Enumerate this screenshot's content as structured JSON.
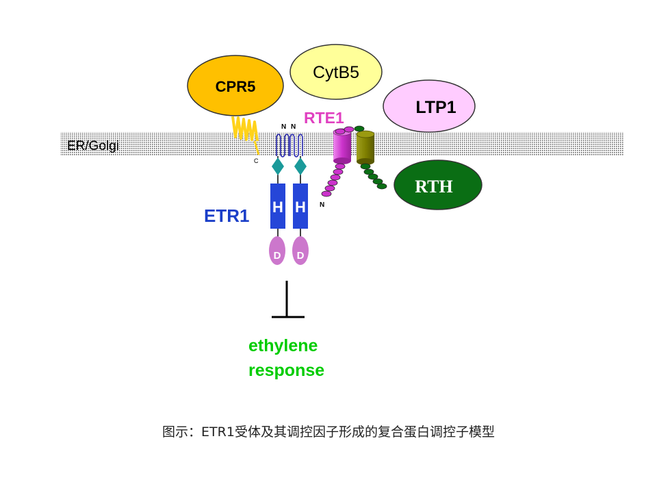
{
  "membrane": {
    "label": "ER/Golgi"
  },
  "proteins": {
    "cpr5": "CPR5",
    "cytb5": "CytB5",
    "ltp1": "LTP1",
    "rte1": "RTE1",
    "rth": "RTH",
    "etr1": "ETR1"
  },
  "domains": {
    "his_kinase": "H",
    "receiver": "D"
  },
  "termini": {
    "n": "N",
    "c": "C"
  },
  "output": {
    "line1": "ethylene",
    "line2": "response"
  },
  "caption": "图示：ETR1受体及其调控因子形成的复合蛋白调控子模型",
  "colors": {
    "cpr5": "#ffc000",
    "cytb5": "#ffff99",
    "ltp1": "#ffccff",
    "rth": "#0a6e14",
    "etr1_blue": "#2546d8",
    "rte1_pink": "#cc33cc",
    "rte1_olive": "#808000",
    "green_text": "#00cc00",
    "teal": "#1a9a9a",
    "receiver": "#cc77cc"
  }
}
